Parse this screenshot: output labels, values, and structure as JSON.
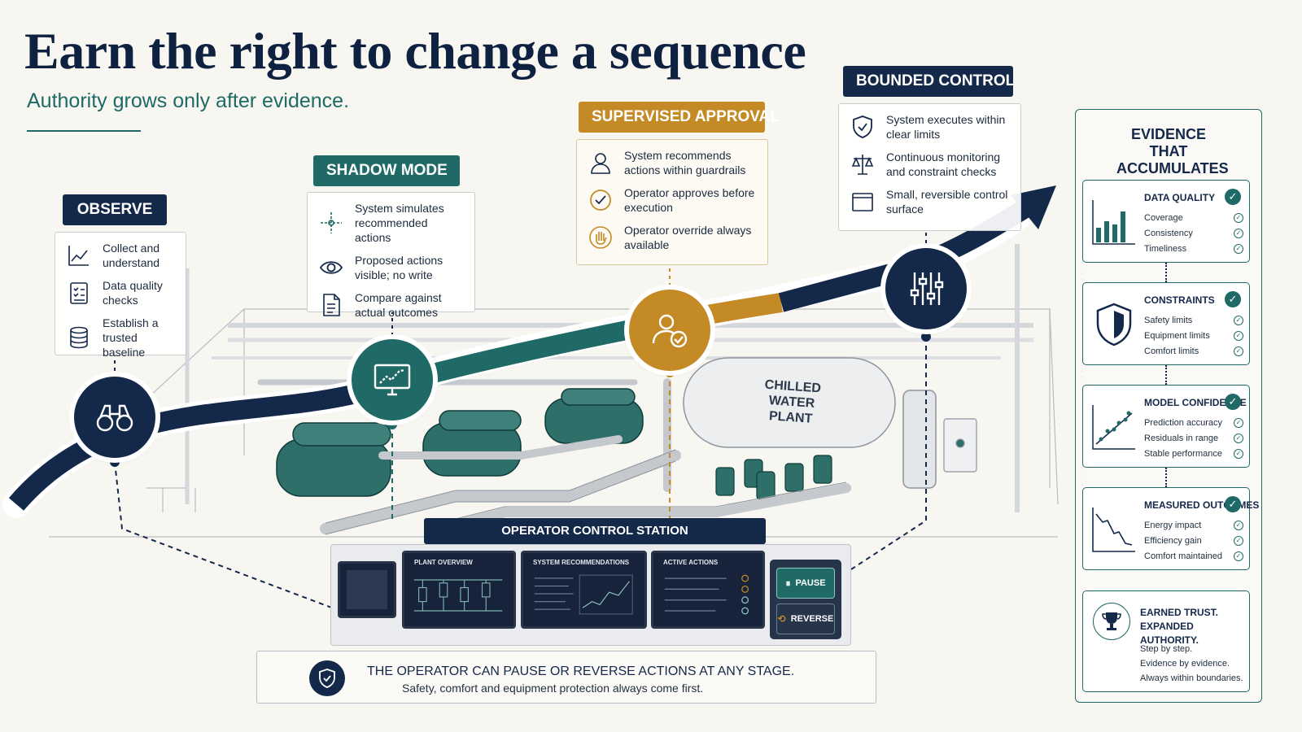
{
  "header": {
    "title": "Earn the right to change a sequence",
    "subtitle": "Authority grows only after evidence."
  },
  "colors": {
    "navy": "#14284a",
    "teal": "#1f6a66",
    "gold": "#c48a26",
    "background": "#f8f6f1"
  },
  "stages": [
    {
      "label": "OBSERVE",
      "circle_icon": "binoculars-icon",
      "items": [
        {
          "icon": "line-chart-icon",
          "text": "Collect and understand"
        },
        {
          "icon": "checklist-icon",
          "text": "Data quality checks"
        },
        {
          "icon": "database-icon",
          "text": "Establish a trusted baseline"
        }
      ]
    },
    {
      "label": "SHADOW MODE",
      "circle_icon": "monitor-chart-icon",
      "items": [
        {
          "icon": "simulate-icon",
          "text": "System simulates recommended actions"
        },
        {
          "icon": "eye-icon",
          "text": "Proposed actions visible; no write"
        },
        {
          "icon": "document-icon",
          "text": "Compare against actual outcomes"
        }
      ]
    },
    {
      "label": "SUPERVISED APPROVAL",
      "circle_icon": "user-check-icon",
      "items": [
        {
          "icon": "user-icon",
          "text": "System recommends actions within guardrails"
        },
        {
          "icon": "check-circle-icon",
          "text": "Operator approves before execution"
        },
        {
          "icon": "hand-icon",
          "text": "Operator override always available"
        }
      ]
    },
    {
      "label": "BOUNDED CONTROL",
      "circle_icon": "sliders-icon",
      "items": [
        {
          "icon": "shield-icon",
          "text": "System executes within clear limits"
        },
        {
          "icon": "scales-icon",
          "text": "Continuous monitoring and constraint checks"
        },
        {
          "icon": "window-icon",
          "text": "Small, reversible control surface"
        }
      ]
    }
  ],
  "plant_label": "CHILLED WATER PLANT",
  "evidence": {
    "title": "EVIDENCE THAT ACCUMULATES",
    "cards": [
      {
        "heading": "DATA QUALITY",
        "icon": "bar-chart-icon",
        "items": [
          "Coverage",
          "Consistency",
          "Timeliness"
        ]
      },
      {
        "heading": "CONSTRAINTS",
        "icon": "shield-icon",
        "items": [
          "Safety limits",
          "Equipment limits",
          "Comfort limits"
        ]
      },
      {
        "heading": "MODEL CONFIDENCE",
        "icon": "scatter-icon",
        "items": [
          "Prediction accuracy",
          "Residuals in range",
          "Stable performance"
        ]
      },
      {
        "heading": "MEASURED OUTCOMES",
        "icon": "decline-chart-icon",
        "items": [
          "Energy impact",
          "Efficiency gain",
          "Comfort maintained"
        ]
      }
    ],
    "earned": {
      "heading_line1": "EARNED TRUST.",
      "heading_line2": "EXPANDED AUTHORITY.",
      "line1": "Step by step.",
      "line2": "Evidence by evidence.",
      "line3": "Always within boundaries."
    }
  },
  "station": {
    "label": "OPERATOR CONTROL STATION",
    "screens": [
      "PLANT OVERVIEW",
      "SYSTEM RECOMMENDATIONS",
      "ACTIVE ACTIONS"
    ],
    "pause_label": "PAUSE",
    "reverse_label": "REVERSE"
  },
  "safety": {
    "line1": "THE OPERATOR CAN PAUSE OR REVERSE ACTIONS AT ANY STAGE.",
    "line2": "Safety, comfort and equipment protection always come first."
  }
}
